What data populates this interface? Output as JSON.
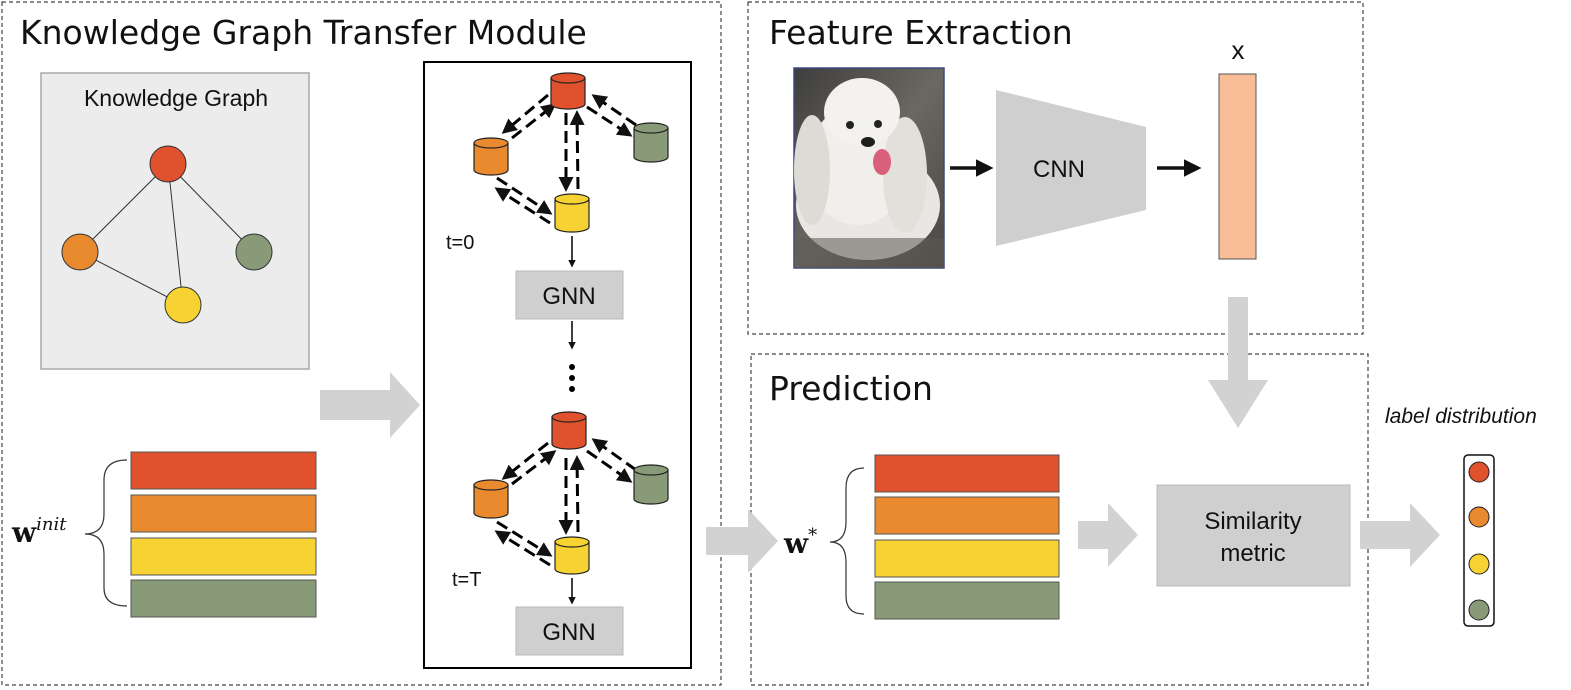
{
  "sections": {
    "kg_transfer": "Knowledge Graph Transfer Module",
    "feature_extraction": "Feature Extraction",
    "prediction": "Prediction"
  },
  "knowledge_graph": {
    "title": "Knowledge Graph"
  },
  "gnn": {
    "top_step": "t=0",
    "bottom_step": "t=T",
    "label": "GNN",
    "ellipsis": "⋮"
  },
  "feature": {
    "cnn_label": "CNN",
    "feature_vector_label": "x",
    "image_content": "white long-haired dog"
  },
  "embeddings": {
    "w_init_base": "w",
    "w_init_sup": "init",
    "w_star_base": "w",
    "w_star_sup": "*"
  },
  "similarity": {
    "line1": "Similarity",
    "line2": "metric"
  },
  "output": {
    "label": "label distribution"
  },
  "colors": {
    "red": "#e0522d",
    "orange": "#e98a2e",
    "yellow": "#f6d333",
    "green": "#889a78",
    "feature_vector": "#f8bd97",
    "gray_box": "#cfcfcf",
    "kg_panel": "#ececec",
    "arrow_gray": "#d2d2d2"
  }
}
